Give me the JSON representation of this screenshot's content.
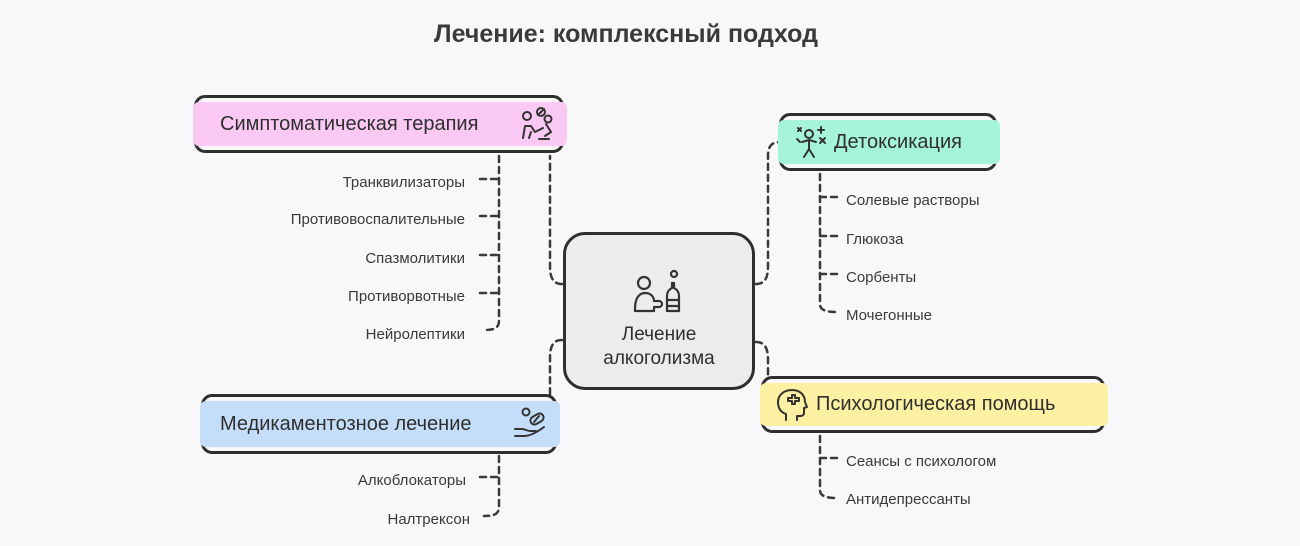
{
  "title": "Лечение: комплексный подход",
  "center": {
    "label_line1": "Лечение",
    "label_line2": "алкоголизма",
    "icon": "person-bottle-icon"
  },
  "branches": {
    "symptomatic": {
      "label": "Симптоматическая терапия",
      "icon": "person-pills-icon",
      "color": "#f9c9f4",
      "items": [
        "Транквилизаторы",
        "Противовоспалительные",
        "Спазмолитики",
        "Противорвотные",
        "Нейролептики"
      ]
    },
    "medication": {
      "label": "Медикаментозное лечение",
      "icon": "hand-pill-icon",
      "color": "#c4def9",
      "items": [
        "Алкоблокаторы",
        "Налтрексон"
      ]
    },
    "detox": {
      "label": "Детоксикация",
      "icon": "person-sparkles-icon",
      "color": "#a6f3db",
      "items": [
        "Солевые растворы",
        "Глюкоза",
        "Сорбенты",
        "Мочегонные"
      ]
    },
    "psychological": {
      "label": "Психологическая помощь",
      "icon": "head-health-icon",
      "color": "#fcf0a2",
      "items": [
        "Сеансы с психологом",
        "Антидепрессанты"
      ]
    }
  }
}
